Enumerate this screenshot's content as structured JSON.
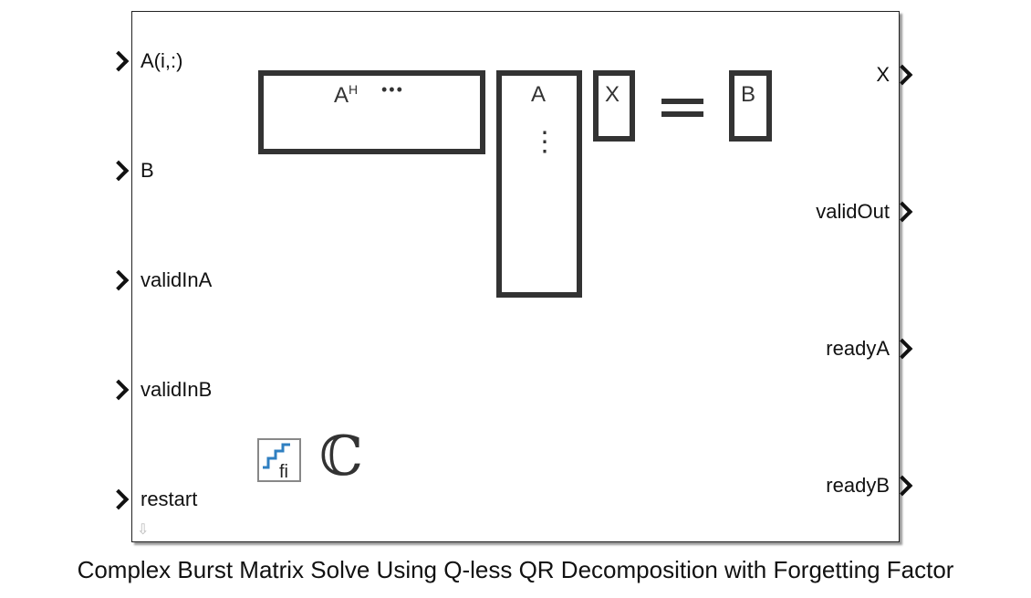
{
  "block": {
    "inputs": [
      "A(i,:)",
      "B",
      "validInA",
      "validInB",
      "restart"
    ],
    "outputs": [
      "X",
      "validOut",
      "readyA",
      "readyB"
    ],
    "icon": {
      "a_hermitian": "A",
      "superscript": "H",
      "ellipsis": "•••",
      "a": "A",
      "vdots": "⋮",
      "x": "X",
      "equals": "=",
      "b": "B",
      "complex": "ℂ"
    },
    "caption": "Complex Burst Matrix Solve Using Q-less QR Decomposition with Forgetting Factor"
  },
  "colors": {
    "stroke": "#333333",
    "fixed_point_blue": "#2f7fc1"
  }
}
